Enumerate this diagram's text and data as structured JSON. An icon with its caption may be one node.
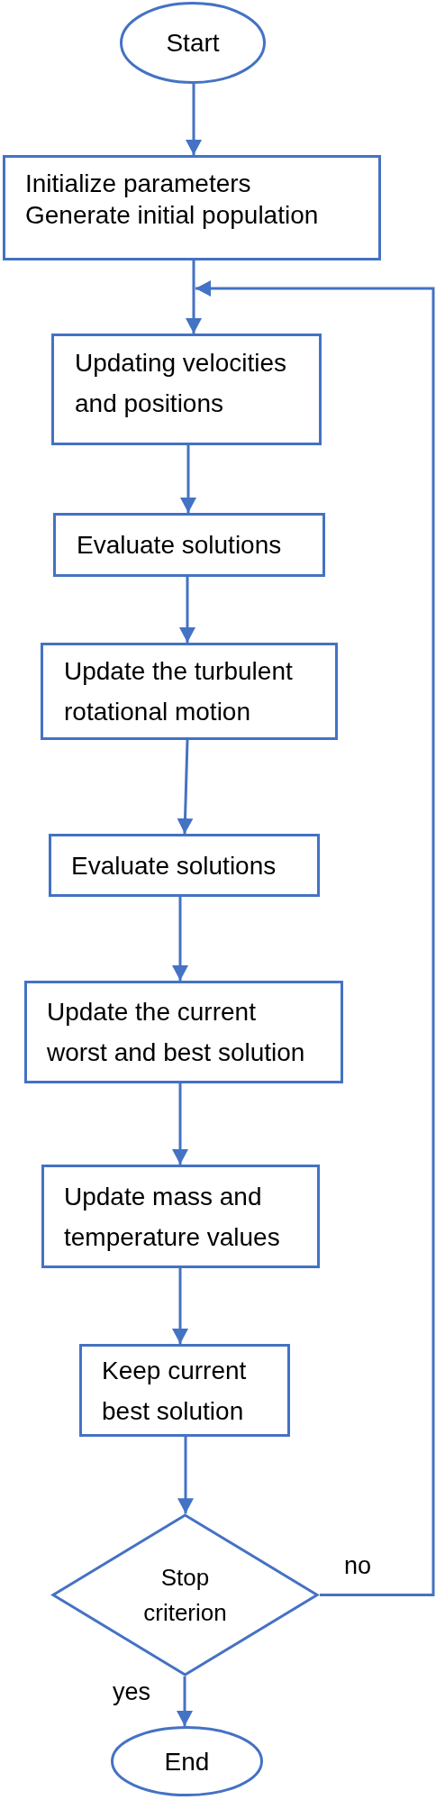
{
  "diagram": {
    "nodes": [
      {
        "text": [
          "Start"
        ]
      },
      {
        "text": [
          "Initialize parameters",
          "Generate initial population"
        ]
      },
      {
        "text": [
          "Updating velocities and positions"
        ]
      },
      {
        "text": [
          "Evaluate solutions"
        ]
      },
      {
        "text": [
          "Update the turbulent rotational motion"
        ]
      },
      {
        "text": [
          "Evaluate solutions"
        ]
      },
      {
        "text": [
          "Update the current worst and best solution"
        ]
      },
      {
        "text": [
          "Update mass and temperature values"
        ]
      },
      {
        "text": [
          "Keep current best solution"
        ]
      },
      {
        "text": [
          "Stop criterion"
        ]
      },
      {
        "text": [
          "End"
        ]
      }
    ],
    "edges": [
      {
        "from": 0,
        "to": 1,
        "arrow": "to"
      },
      {
        "from": 1,
        "to": 2,
        "arrow": "to"
      },
      {
        "from": 2,
        "to": 3,
        "arrow": "to"
      },
      {
        "from": 3,
        "to": 4,
        "arrow": "to"
      },
      {
        "from": 4,
        "to": 5,
        "arrow": "to"
      },
      {
        "from": 5,
        "to": 6,
        "arrow": "to"
      },
      {
        "from": 6,
        "to": 7,
        "arrow": "to"
      },
      {
        "from": 7,
        "to": 8,
        "arrow": "to"
      },
      {
        "from": 8,
        "to": 9,
        "arrow": "to"
      },
      {
        "from": 9,
        "to": 10,
        "arrow": "to",
        "label": "yes"
      },
      {
        "from": 9,
        "to": 2,
        "arrow": "to",
        "label": "no"
      }
    ]
  }
}
